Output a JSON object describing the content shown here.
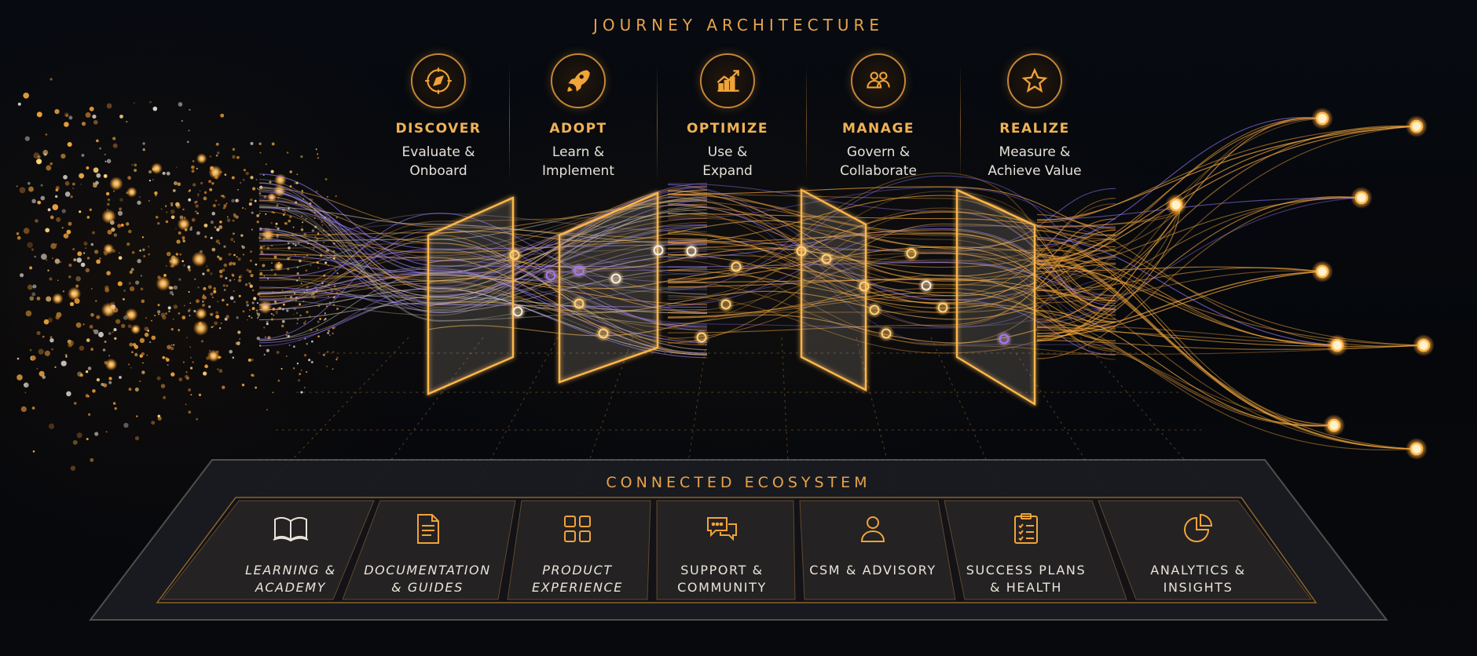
{
  "header": {
    "title": "JOURNEY ARCHITECTURE"
  },
  "stages": [
    {
      "name": "DISCOVER",
      "desc": "Evaluate &\nOnboard",
      "icon": "compass-icon"
    },
    {
      "name": "ADOPT",
      "desc": "Learn &\nImplement",
      "icon": "rocket-icon"
    },
    {
      "name": "OPTIMIZE",
      "desc": "Use &\nExpand",
      "icon": "growth-chart-icon"
    },
    {
      "name": "MANAGE",
      "desc": "Govern &\nCollaborate",
      "icon": "people-icon"
    },
    {
      "name": "REALIZE",
      "desc": "Measure &\nAchieve Value",
      "icon": "star-icon"
    }
  ],
  "ecosystem": {
    "title": "CONNECTED ECOSYSTEM",
    "items": [
      {
        "label": "LEARNING &\nACADEMY",
        "icon": "open-book-icon"
      },
      {
        "label": "DOCUMENTATION\n& GUIDES",
        "icon": "document-icon"
      },
      {
        "label": "PRODUCT\nEXPERIENCE",
        "icon": "grid-icon"
      },
      {
        "label": "SUPPORT &\nCOMMUNITY",
        "icon": "chat-bubbles-icon"
      },
      {
        "label": "CSM & ADVISORY",
        "icon": "person-icon"
      },
      {
        "label": "SUCCESS PLANS\n& HEALTH",
        "icon": "clipboard-checklist-icon"
      },
      {
        "label": "ANALYTICS &\nINSIGHTS",
        "icon": "pie-chart-icon"
      }
    ]
  },
  "colors": {
    "accent": "#f0a43a",
    "glow": "#ffd27a",
    "violet": "#9a7cff",
    "text": "#e6e1d8"
  }
}
